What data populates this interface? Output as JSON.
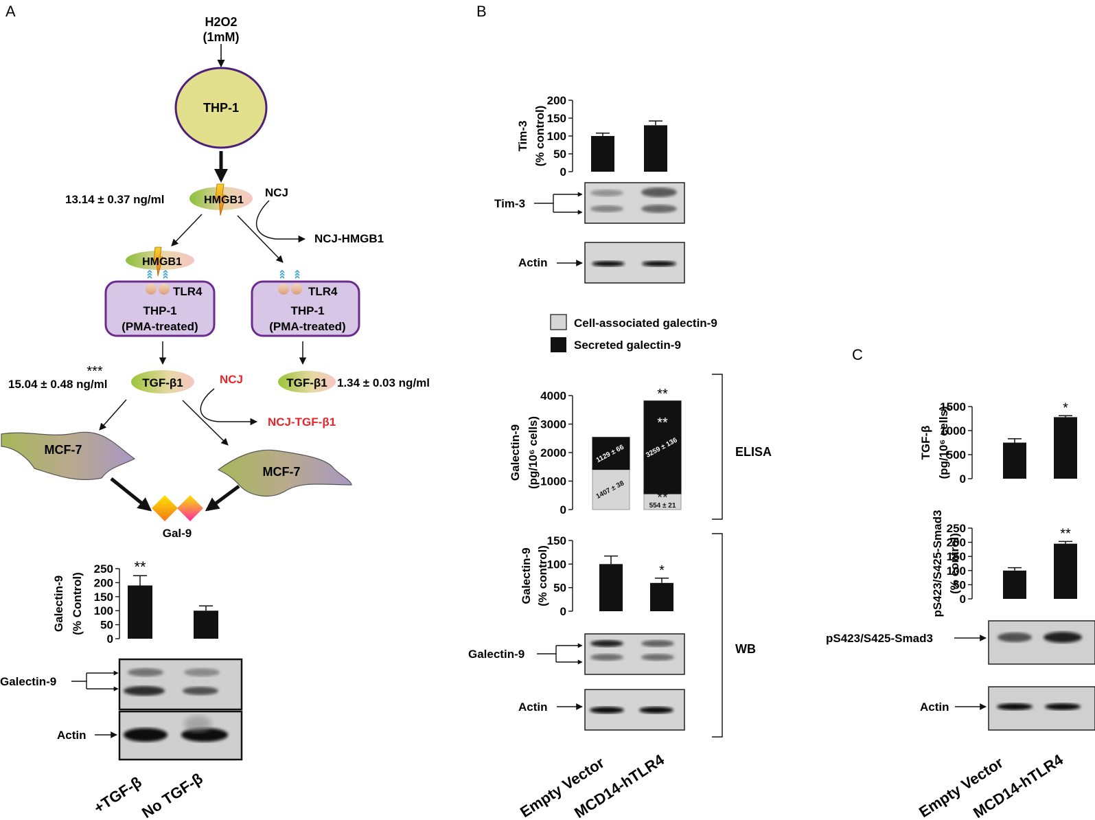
{
  "panels": {
    "a": "A",
    "b": "B",
    "c": "C"
  },
  "pathway": {
    "h2o2": "H2O2",
    "h2o2_dose": "(1mM)",
    "thp1": "THP-1",
    "hmgb1": "HMGB1",
    "hmgb1_conc": "13.14 ± 0.37 ng/ml",
    "ncj": "NCJ",
    "ncj_hmgb1": "NCJ-HMGB1",
    "tlr4": "TLR4",
    "cell_line1": "THP-1",
    "cell_line2": "(PMA-treated)",
    "tgf": "TGF-β1",
    "tgf_conc_left": "15.04 ± 0.48 ng/ml",
    "tgf_sig": "***",
    "tgf_conc_right": "1.34 ± 0.03 ng/ml",
    "ncj_red": "NCJ",
    "ncj_tgf": "NCJ-TGF-β1",
    "mcf7": "MCF-7",
    "gal9": "Gal-9",
    "red_color": "#e8262a",
    "cell_fill": "#d8c6e6",
    "thp1_fill": "#e3e08d"
  },
  "blot_labels": {
    "galectin": "Galectin-9",
    "actin": "Actin",
    "tim3": "Tim-3",
    "smad": "pS423/S425-Smad3"
  },
  "side_labels": {
    "elisa": "ELISA",
    "wb": "WB"
  },
  "legend": {
    "cell_associated": "Cell-associated galectin-9",
    "secreted": "Secreted galectin-9"
  },
  "xlabels": {
    "a": [
      "+TGF-β",
      "No TGF-β"
    ],
    "bc": [
      "Empty Vector",
      "MCD14-hTLR4"
    ]
  },
  "chart_data": [
    {
      "id": "a-galectin",
      "type": "bar",
      "ylabel1": "Galectin-9",
      "ylabel2": "(% Control)",
      "ylim": [
        0,
        250
      ],
      "ticks": [
        0,
        50,
        100,
        150,
        200,
        250
      ],
      "categories": [
        "+TGF-β",
        "No TGF-β"
      ],
      "values": [
        190,
        100
      ],
      "errors": [
        35,
        17
      ],
      "sig": [
        "**",
        ""
      ]
    },
    {
      "id": "b-tim3",
      "type": "bar",
      "ylabel1": "Tim-3",
      "ylabel2": "(% control)",
      "ylim": [
        0,
        200
      ],
      "ticks": [
        0,
        50,
        100,
        150,
        200
      ],
      "categories": [
        "Empty Vector",
        "MCD14-hTLR4"
      ],
      "values": [
        100,
        130
      ],
      "errors": [
        8,
        12
      ],
      "sig": [
        "",
        ""
      ]
    },
    {
      "id": "b-elisa",
      "type": "stacked-bar",
      "ylabel1": "Galectin-9",
      "ylabel2": "(pg/10⁶ cells)",
      "ylim": [
        0,
        4000
      ],
      "ticks": [
        0,
        1000,
        2000,
        3000,
        4000
      ],
      "categories": [
        "Empty Vector",
        "MCD14-hTLR4"
      ],
      "series": [
        {
          "name": "Cell-associated galectin-9",
          "values": [
            1407,
            554
          ],
          "labels": [
            "1407 ± 38",
            "554 ± 21"
          ],
          "sig": [
            "",
            "**"
          ]
        },
        {
          "name": "Secreted galectin-9",
          "values": [
            1129,
            3259
          ],
          "labels": [
            "1129 ± 66",
            "3259 ± 136"
          ],
          "sig": [
            "",
            "**"
          ]
        }
      ],
      "total_sig": [
        "",
        "**"
      ]
    },
    {
      "id": "b-galectin",
      "type": "bar",
      "ylabel1": "Galectin-9",
      "ylabel2": "(% control)",
      "ylim": [
        0,
        150
      ],
      "ticks": [
        0,
        50,
        100,
        150
      ],
      "categories": [
        "Empty Vector",
        "MCD14-hTLR4"
      ],
      "values": [
        100,
        60
      ],
      "errors": [
        17,
        10
      ],
      "sig": [
        "",
        "*"
      ]
    },
    {
      "id": "c-tgf",
      "type": "bar",
      "ylabel1": "TGF-β",
      "ylabel2": "(pg/10⁶ cells)",
      "ylim": [
        0,
        1500
      ],
      "ticks": [
        0,
        500,
        1000,
        1500
      ],
      "categories": [
        "Empty Vector",
        "MCD14-hTLR4"
      ],
      "values": [
        750,
        1280
      ],
      "errors": [
        80,
        30
      ],
      "sig": [
        "",
        "*"
      ]
    },
    {
      "id": "c-smad",
      "type": "bar",
      "ylabel1": "pS423/S425-Smad3",
      "ylabel2": "(% control)",
      "ylim": [
        0,
        250
      ],
      "ticks": [
        0,
        50,
        100,
        150,
        200,
        250
      ],
      "categories": [
        "Empty Vector",
        "MCD14-hTLR4"
      ],
      "values": [
        100,
        195
      ],
      "errors": [
        10,
        8
      ],
      "sig": [
        "",
        "**"
      ]
    }
  ]
}
